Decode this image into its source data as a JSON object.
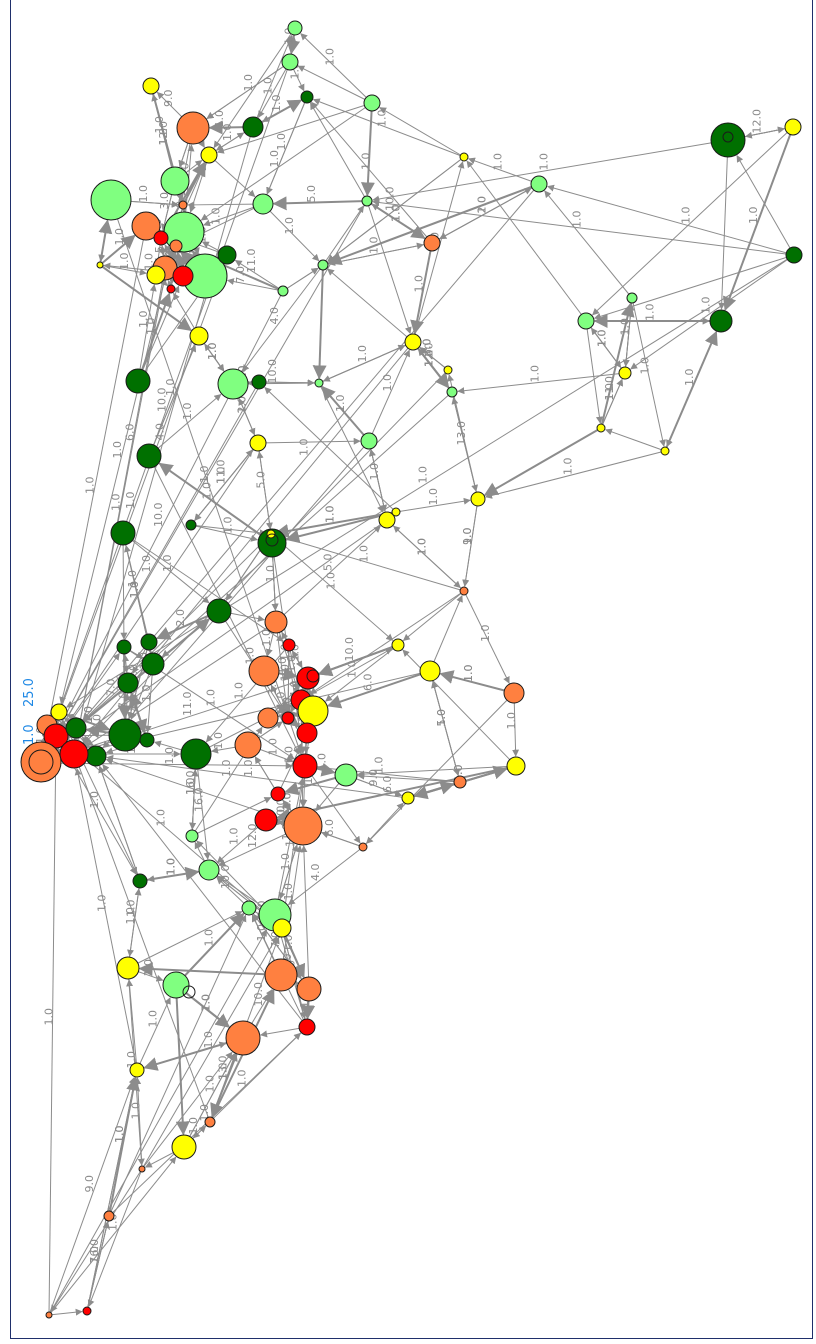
{
  "graph": {
    "colors": {
      "dark_green": "#007000",
      "light_green": "#80ff80",
      "yellow": "#ffff00",
      "orange": "#ff8040",
      "red": "#ff0000",
      "edge": "#8c8c8c",
      "label": "#8a8a8a",
      "highlight": "#1e88e5"
    },
    "highlight_labels": [
      "25.0",
      "1.0"
    ],
    "edge_label_values": [
      "1.0",
      "2.0",
      "3.0",
      "4.0",
      "5.0",
      "6.0",
      "7.0",
      "9.0",
      "10.0",
      "11.0",
      "12.0",
      "13.0",
      "16.0"
    ]
  }
}
